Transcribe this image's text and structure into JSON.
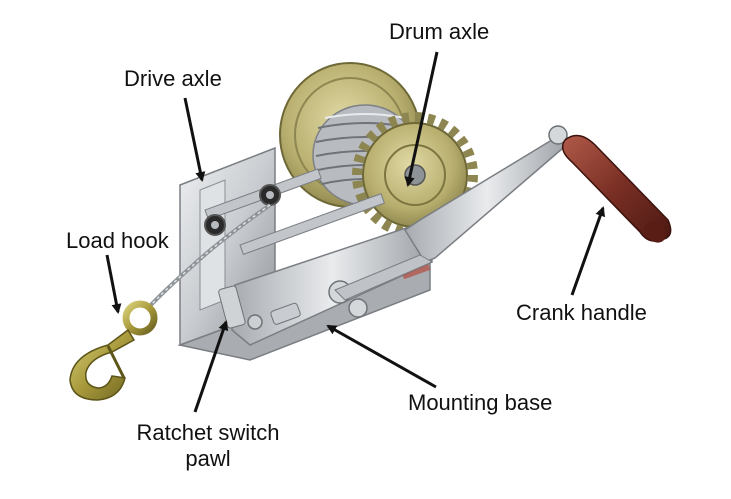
{
  "labels": {
    "drum_axle": "Drum axle",
    "drive_axle": "Drive axle",
    "load_hook": "Load hook",
    "crank_handle": "Crank handle",
    "mounting_base": "Mounting base",
    "ratchet_line1": "Ratchet switch",
    "ratchet_line2": "pawl"
  },
  "colors": {
    "steel": "#c9ccd0",
    "steel_dark": "#8e9398",
    "gear_brass": "#b7ae6e",
    "handle_brown": "#7a2f24",
    "hook_brass": "#a89a3c",
    "arrow": "#111111"
  }
}
